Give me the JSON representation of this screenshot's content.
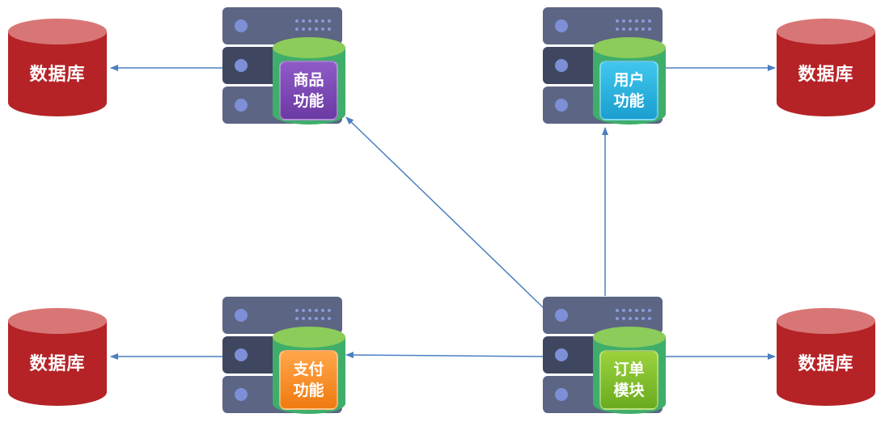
{
  "databases": [
    {
      "id": "db-top-left",
      "label": "数据库"
    },
    {
      "id": "db-top-right",
      "label": "数据库"
    },
    {
      "id": "db-bottom-left",
      "label": "数据库"
    },
    {
      "id": "db-bottom-right",
      "label": "数据库"
    }
  ],
  "services": {
    "product": {
      "line1": "商品",
      "line2": "功能",
      "color": "#7a48b3"
    },
    "user": {
      "line1": "用户",
      "line2": "功能",
      "color": "#2ab3e0"
    },
    "payment": {
      "line1": "支付",
      "line2": "功能",
      "color": "#f78c20"
    },
    "order": {
      "line1": "订单",
      "line2": "模块",
      "color": "#86c22c"
    }
  },
  "colors": {
    "database": "#b52327",
    "server": "#5a6380",
    "arrow": "#4a7fc1",
    "cylinder_green": "#6cbf5a"
  }
}
